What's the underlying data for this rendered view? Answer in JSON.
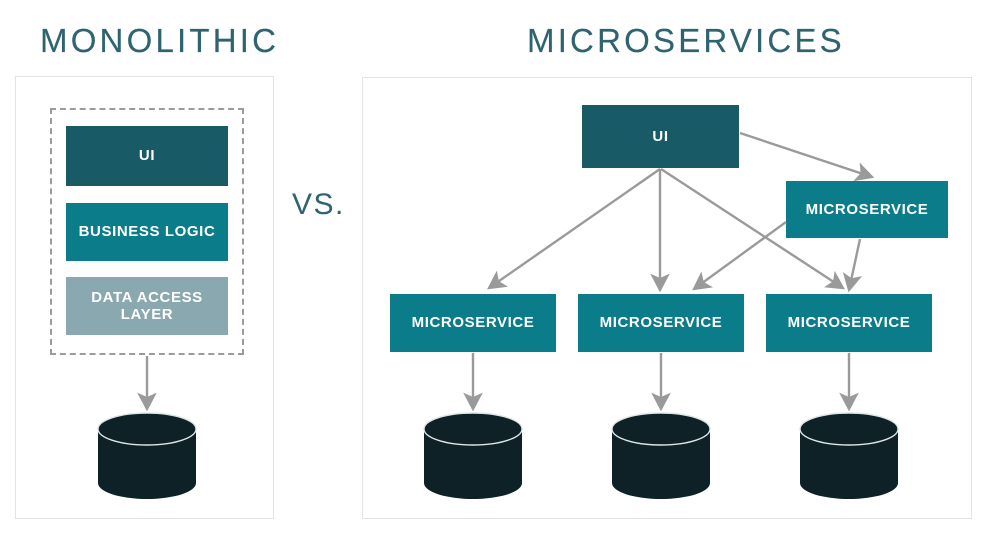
{
  "diagram": {
    "title_left": "MONOLITHIC",
    "title_right": "MICROSERVICES",
    "separator": "VS.",
    "colors": {
      "title_text": "#2e6370",
      "panel_border": "#e3e3e4",
      "dashed_border": "#9b9b9b",
      "box_ui_dark": "#185a66",
      "box_teal": "#0b7c8a",
      "box_slate": "#8aa8b0",
      "database_fill": "#0d2126",
      "arrow": "#9a9a9a",
      "background": "#ffffff"
    }
  },
  "monolithic": {
    "layers": [
      {
        "label": "UI",
        "color": "#185a66"
      },
      {
        "label": "BUSINESS LOGIC",
        "color": "#0b7c8a"
      },
      {
        "label": "DATA ACCESS LAYER",
        "color": "#8aa8b0"
      }
    ],
    "database": {
      "name": "database-cylinder"
    }
  },
  "microservices": {
    "ui": {
      "label": "UI"
    },
    "services": [
      {
        "label": "MICROSERVICE"
      },
      {
        "label": "MICROSERVICE"
      },
      {
        "label": "MICROSERVICE"
      },
      {
        "label": "MICROSERVICE"
      }
    ],
    "databases": [
      {
        "name": "database-cylinder"
      },
      {
        "name": "database-cylinder"
      },
      {
        "name": "database-cylinder"
      }
    ]
  }
}
